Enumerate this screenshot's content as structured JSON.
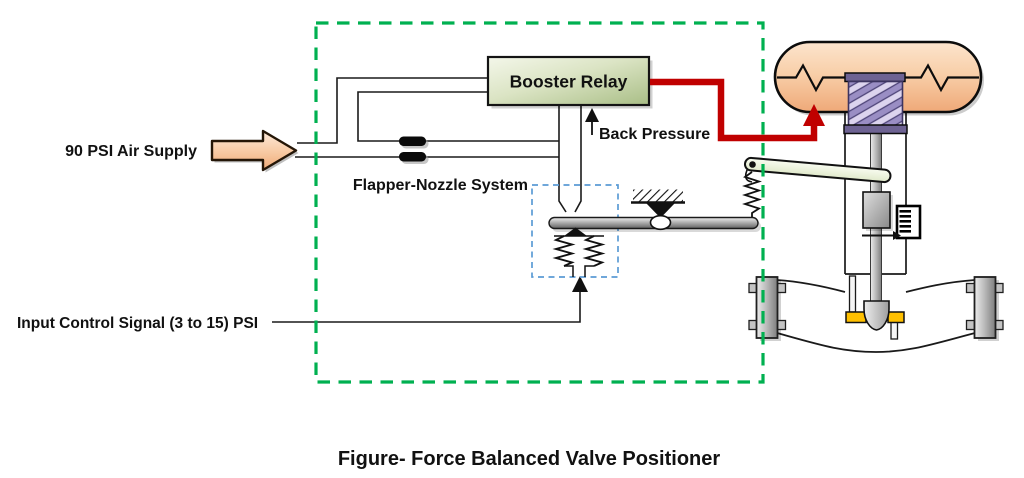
{
  "diagram": {
    "caption": "Figure- Force Balanced Valve Positioner",
    "labels": {
      "air_supply": "90 PSI Air Supply",
      "booster_relay": "Booster Relay",
      "back_pressure": "Back Pressure",
      "flapper_nozzle_system": "Flapper-Nozzle System",
      "input_signal": "Input Control Signal (3 to 15) PSI"
    },
    "colors": {
      "boundary_dash_green": "#00B050",
      "flapper_box_dash_blue": "#5B9BD5",
      "output_line_red": "#C00000",
      "valve_seat_yellow": "#FFC000",
      "supply_arrow_peach": "#F6C79E",
      "actuator_dome_peach": "#F7CEA6",
      "actuator_spring_purple": "#9A8EC4",
      "booster_box_green": "#C9D8A8"
    },
    "icons": {
      "supply_arrow": "right-block-arrow",
      "back_pressure_arrow": "up-arrow",
      "input_signal_arrow": "up-arrow",
      "output_arrow": "up-arrow-red",
      "travel_pointer": "right-arrow",
      "fulcrum": "ground-hatch-with-pivot-triangle"
    }
  }
}
